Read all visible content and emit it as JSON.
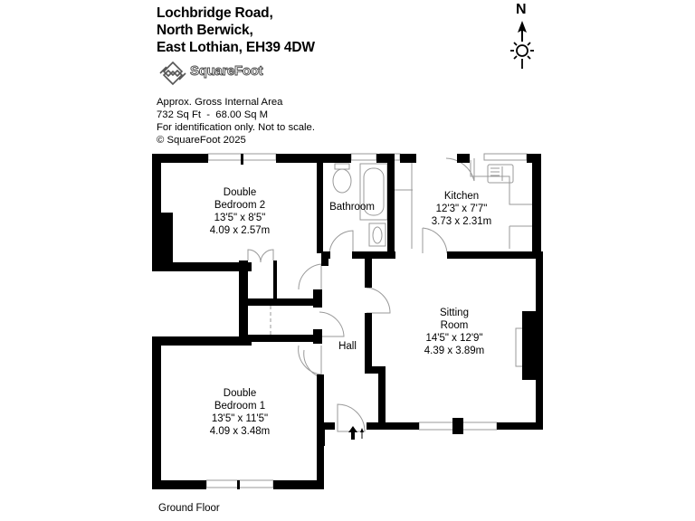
{
  "header": {
    "address_lines": [
      "Lochbridge Road,",
      "North Berwick,",
      "East Lothian, EH39 4DW"
    ],
    "logo_text": "SquareFoot",
    "logo_icon": "squarefoot-logo-icon"
  },
  "info": {
    "area_title": "Approx. Gross Internal Area",
    "area_value": "732 Sq Ft  -  68.00 Sq M",
    "disclaimer": "For identification only. Not to scale.",
    "copyright": "© SquareFoot 2025"
  },
  "compass": {
    "label": "N",
    "icon": "north-arrow-icon"
  },
  "rooms": {
    "bedroom2": {
      "name_line1": "Double",
      "name_line2": "Bedroom 2",
      "imperial": "13'5\" x 8'5\"",
      "metric": "4.09 x 2.57m"
    },
    "bathroom": {
      "name": "Bathroom"
    },
    "kitchen": {
      "name": "Kitchen",
      "imperial": "12'3\" x 7'7\"",
      "metric": "3.73 x 2.31m"
    },
    "sitting": {
      "name_line1": "Sitting",
      "name_line2": "Room",
      "imperial": "14'5\" x 12'9\"",
      "metric": "4.39 x 3.89m"
    },
    "hall": {
      "name": "Hall"
    },
    "bedroom1": {
      "name_line1": "Double",
      "name_line2": "Bedroom 1",
      "imperial": "13'5\" x 11'5\"",
      "metric": "4.09 x 3.48m"
    }
  },
  "floor": {
    "label": "Ground Floor"
  },
  "colors": {
    "wall": "#000000",
    "fixture": "#999999",
    "background": "#ffffff"
  }
}
